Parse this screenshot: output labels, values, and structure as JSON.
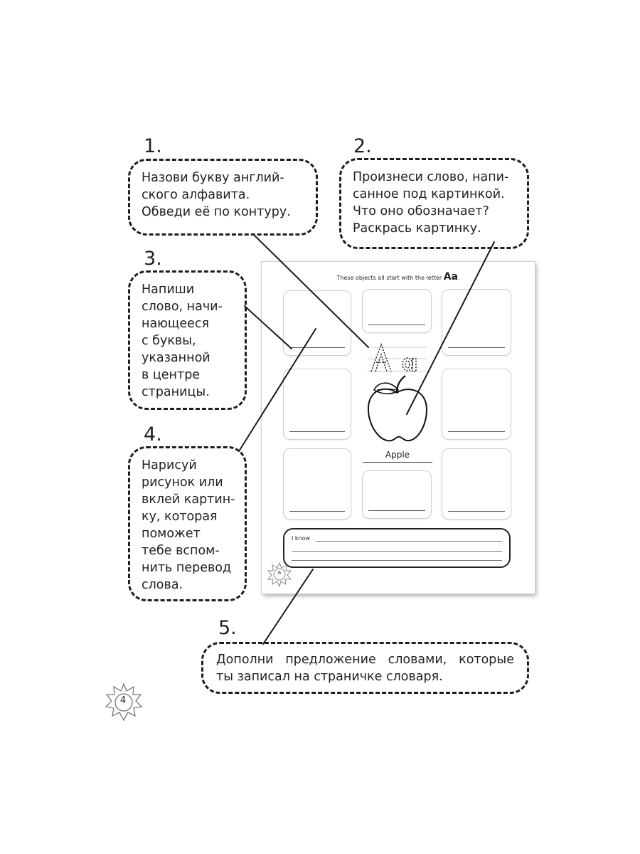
{
  "steps": [
    {
      "number": "1.",
      "lines": [
        "Назови букву англий-",
        "ского алфавита.",
        "Обведи её по контуру."
      ]
    },
    {
      "number": "2.",
      "lines": [
        "Произнеси слово, напи-",
        "санное под картинкой.",
        "Что оно обозначает?",
        "Раскрась картинку."
      ]
    },
    {
      "number": "3.",
      "lines": [
        "Напиши",
        "слово, начи-",
        "нающееся",
        "с буквы,",
        "указанной",
        "в центре",
        "страницы."
      ]
    },
    {
      "number": "4.",
      "lines": [
        "Нарисуй",
        "рисунок или",
        "вклей картин-",
        "ку, которая",
        "поможет",
        "тебе вспом-",
        "нить перевод",
        "слова."
      ]
    },
    {
      "number": "5.",
      "lines": [
        "Дополни предложение словами, которые",
        "ты записал на страничке словаря."
      ]
    }
  ],
  "worksheet": {
    "heading": "These objects all start with the letter",
    "heading_letter": "Aa",
    "letter_upper": "A",
    "letter_lower": "a",
    "word": "Apple",
    "sentence_label": "I know",
    "page_number": "6"
  },
  "page_number": "4",
  "colors": {
    "ink": "#1e1e1e",
    "slot_border": "#d0d0d0",
    "page_shadow": "#cfcfcf"
  }
}
